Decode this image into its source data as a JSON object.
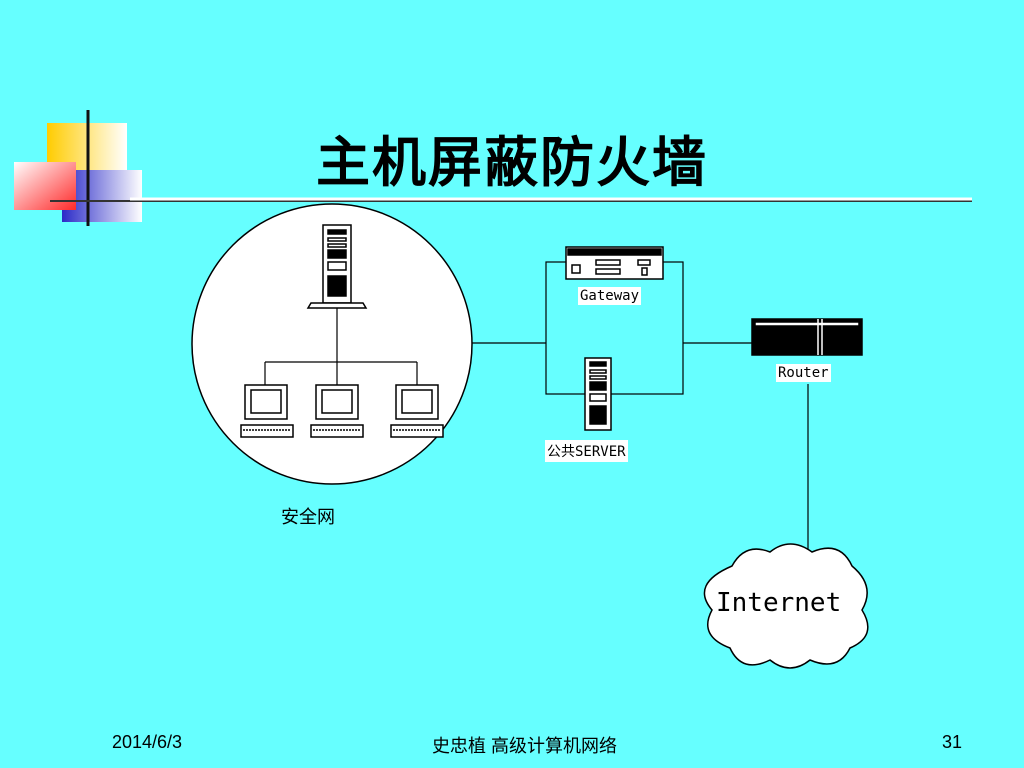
{
  "slide": {
    "title": "主机屏蔽防火墙",
    "footer": {
      "date": "2014/6/3",
      "center": "史忠植  高级计算机网络",
      "page": "31"
    }
  },
  "diagram": {
    "labels": {
      "gateway": "Gateway",
      "router": "Router",
      "public_server": "公共SERVER",
      "secure_network": "安全网",
      "internet": "Internet"
    }
  },
  "colors": {
    "background": "#66ffff",
    "title_rule": "#ffffff",
    "deco_yellow": "#ffcc00",
    "deco_red": "#ff3333",
    "deco_blue": "#3333cc"
  }
}
